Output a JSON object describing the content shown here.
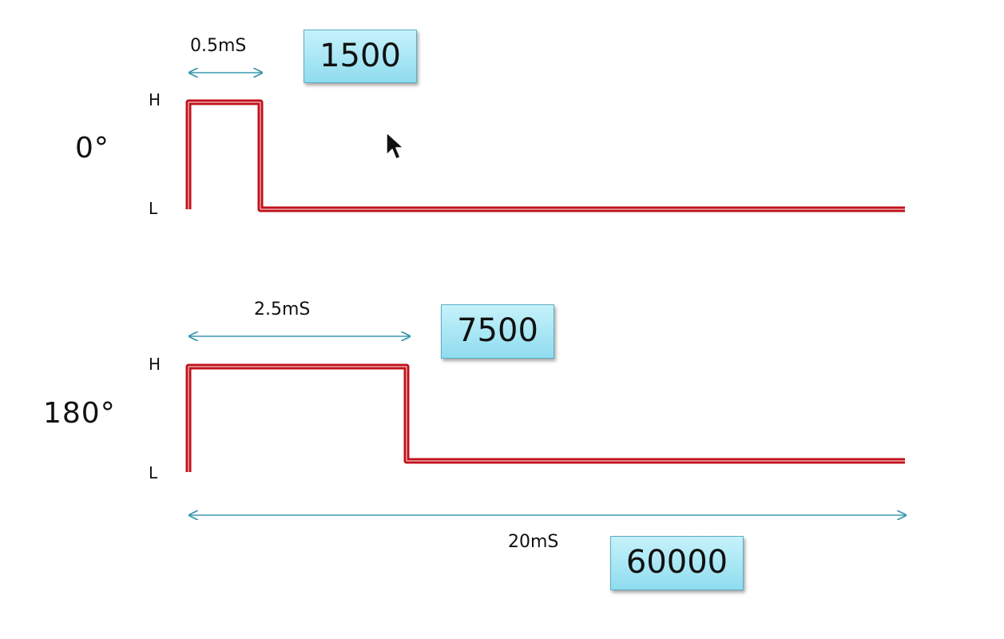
{
  "diagram": {
    "top": {
      "angle_label": "0°",
      "high_label": "H",
      "low_label": "L",
      "pulse_width_label": "0.5mS",
      "count_value": "1500"
    },
    "bottom": {
      "angle_label": "180°",
      "high_label": "H",
      "low_label": "L",
      "pulse_width_label": "2.5mS",
      "count_value": "7500"
    },
    "period": {
      "label": "20mS",
      "count_value": "60000"
    }
  },
  "colors": {
    "signal": "#c0121a",
    "signal_highlight": "#f6c9cb",
    "arrow": "#3a98b0",
    "box_fill": "#9fe2f2"
  },
  "icons": [
    "mouse-cursor-icon"
  ]
}
